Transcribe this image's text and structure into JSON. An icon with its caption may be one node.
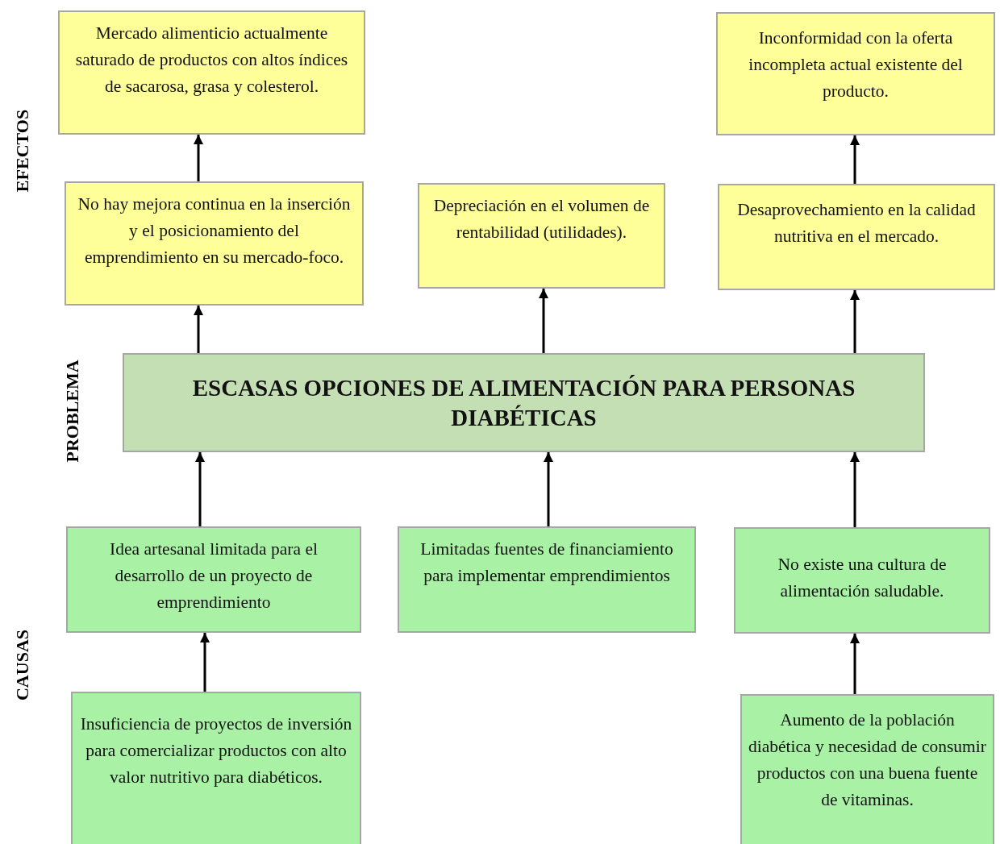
{
  "diagram": {
    "nodes": [
      {
        "text": [
          "Mercado alimenticio actualmente saturado de productos con altos índices de sacarosa, grasa y colesterol."
        ]
      },
      {
        "text": [
          "Inconformidad con la oferta incompleta actual existente del producto."
        ]
      },
      {
        "text": [
          "No hay mejora continua en la inserción y el posicionamiento del emprendimiento en su mercado-foco."
        ]
      },
      {
        "text": [
          "Depreciación en el volumen de rentabilidad (utilidades)."
        ]
      },
      {
        "text": [
          "Desaprovechamiento en la calidad nutritiva en el mercado."
        ]
      },
      {
        "text": [
          "ESCASAS OPCIONES DE ALIMENTACIÓN PARA PERSONAS DIABÉTICAS"
        ]
      },
      {
        "text": [
          "Idea artesanal limitada para el desarrollo de un proyecto de emprendimiento"
        ]
      },
      {
        "text": [
          "Limitadas fuentes de financiamiento para implementar emprendimientos"
        ]
      },
      {
        "text": [
          "No existe una cultura de alimentación saludable."
        ]
      },
      {
        "text": [
          "Insuficiencia de proyectos de inversión para comercializar productos con alto valor nutritivo para diabéticos."
        ]
      },
      {
        "text": [
          "Aumento de la población diabética y necesidad de consumir productos con una buena fuente de vitaminas."
        ]
      }
    ],
    "edges": [
      {
        "from": 2,
        "to": 0,
        "arrow": "to"
      },
      {
        "from": 5,
        "to": 2,
        "arrow": "to"
      },
      {
        "from": 5,
        "to": 3,
        "arrow": "to"
      },
      {
        "from": 5,
        "to": 4,
        "arrow": "to"
      },
      {
        "from": 4,
        "to": 1,
        "arrow": "to"
      },
      {
        "from": 6,
        "to": 5,
        "arrow": "to"
      },
      {
        "from": 7,
        "to": 5,
        "arrow": "to"
      },
      {
        "from": 8,
        "to": 5,
        "arrow": "to"
      },
      {
        "from": 9,
        "to": 6,
        "arrow": "to"
      },
      {
        "from": 10,
        "to": 8,
        "arrow": "to"
      }
    ],
    "labels": [
      "EFECTOS",
      "PROBLEMA",
      "CAUSAS"
    ]
  }
}
